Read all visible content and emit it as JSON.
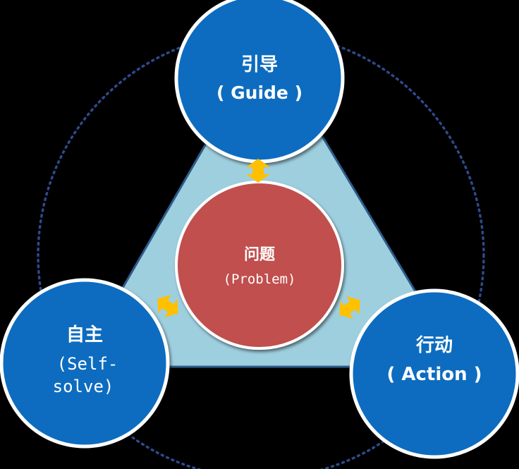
{
  "colors": {
    "background": "#000000",
    "triangle_fill": "#9ecfdf",
    "triangle_stroke": "#2e5b8a",
    "node_fill": "#0b6cbf",
    "node_stroke": "#ffffff",
    "center_fill": "#c0504d",
    "arrow_fill": "#ffc000",
    "orbit_stroke": "#2e4a8a"
  },
  "center": {
    "title_zh": "问题",
    "title_en": "(Problem)"
  },
  "nodes": {
    "guide": {
      "title_zh": "引导",
      "title_en": "( Guide )"
    },
    "self": {
      "title_zh": "自主",
      "title_en_line1": "(Self-",
      "title_en_line2": "solve)"
    },
    "action": {
      "title_zh": "行动",
      "title_en": "( Action )"
    }
  },
  "icons": [
    "double-arrow-icon",
    "double-arrow-icon",
    "double-arrow-icon"
  ]
}
